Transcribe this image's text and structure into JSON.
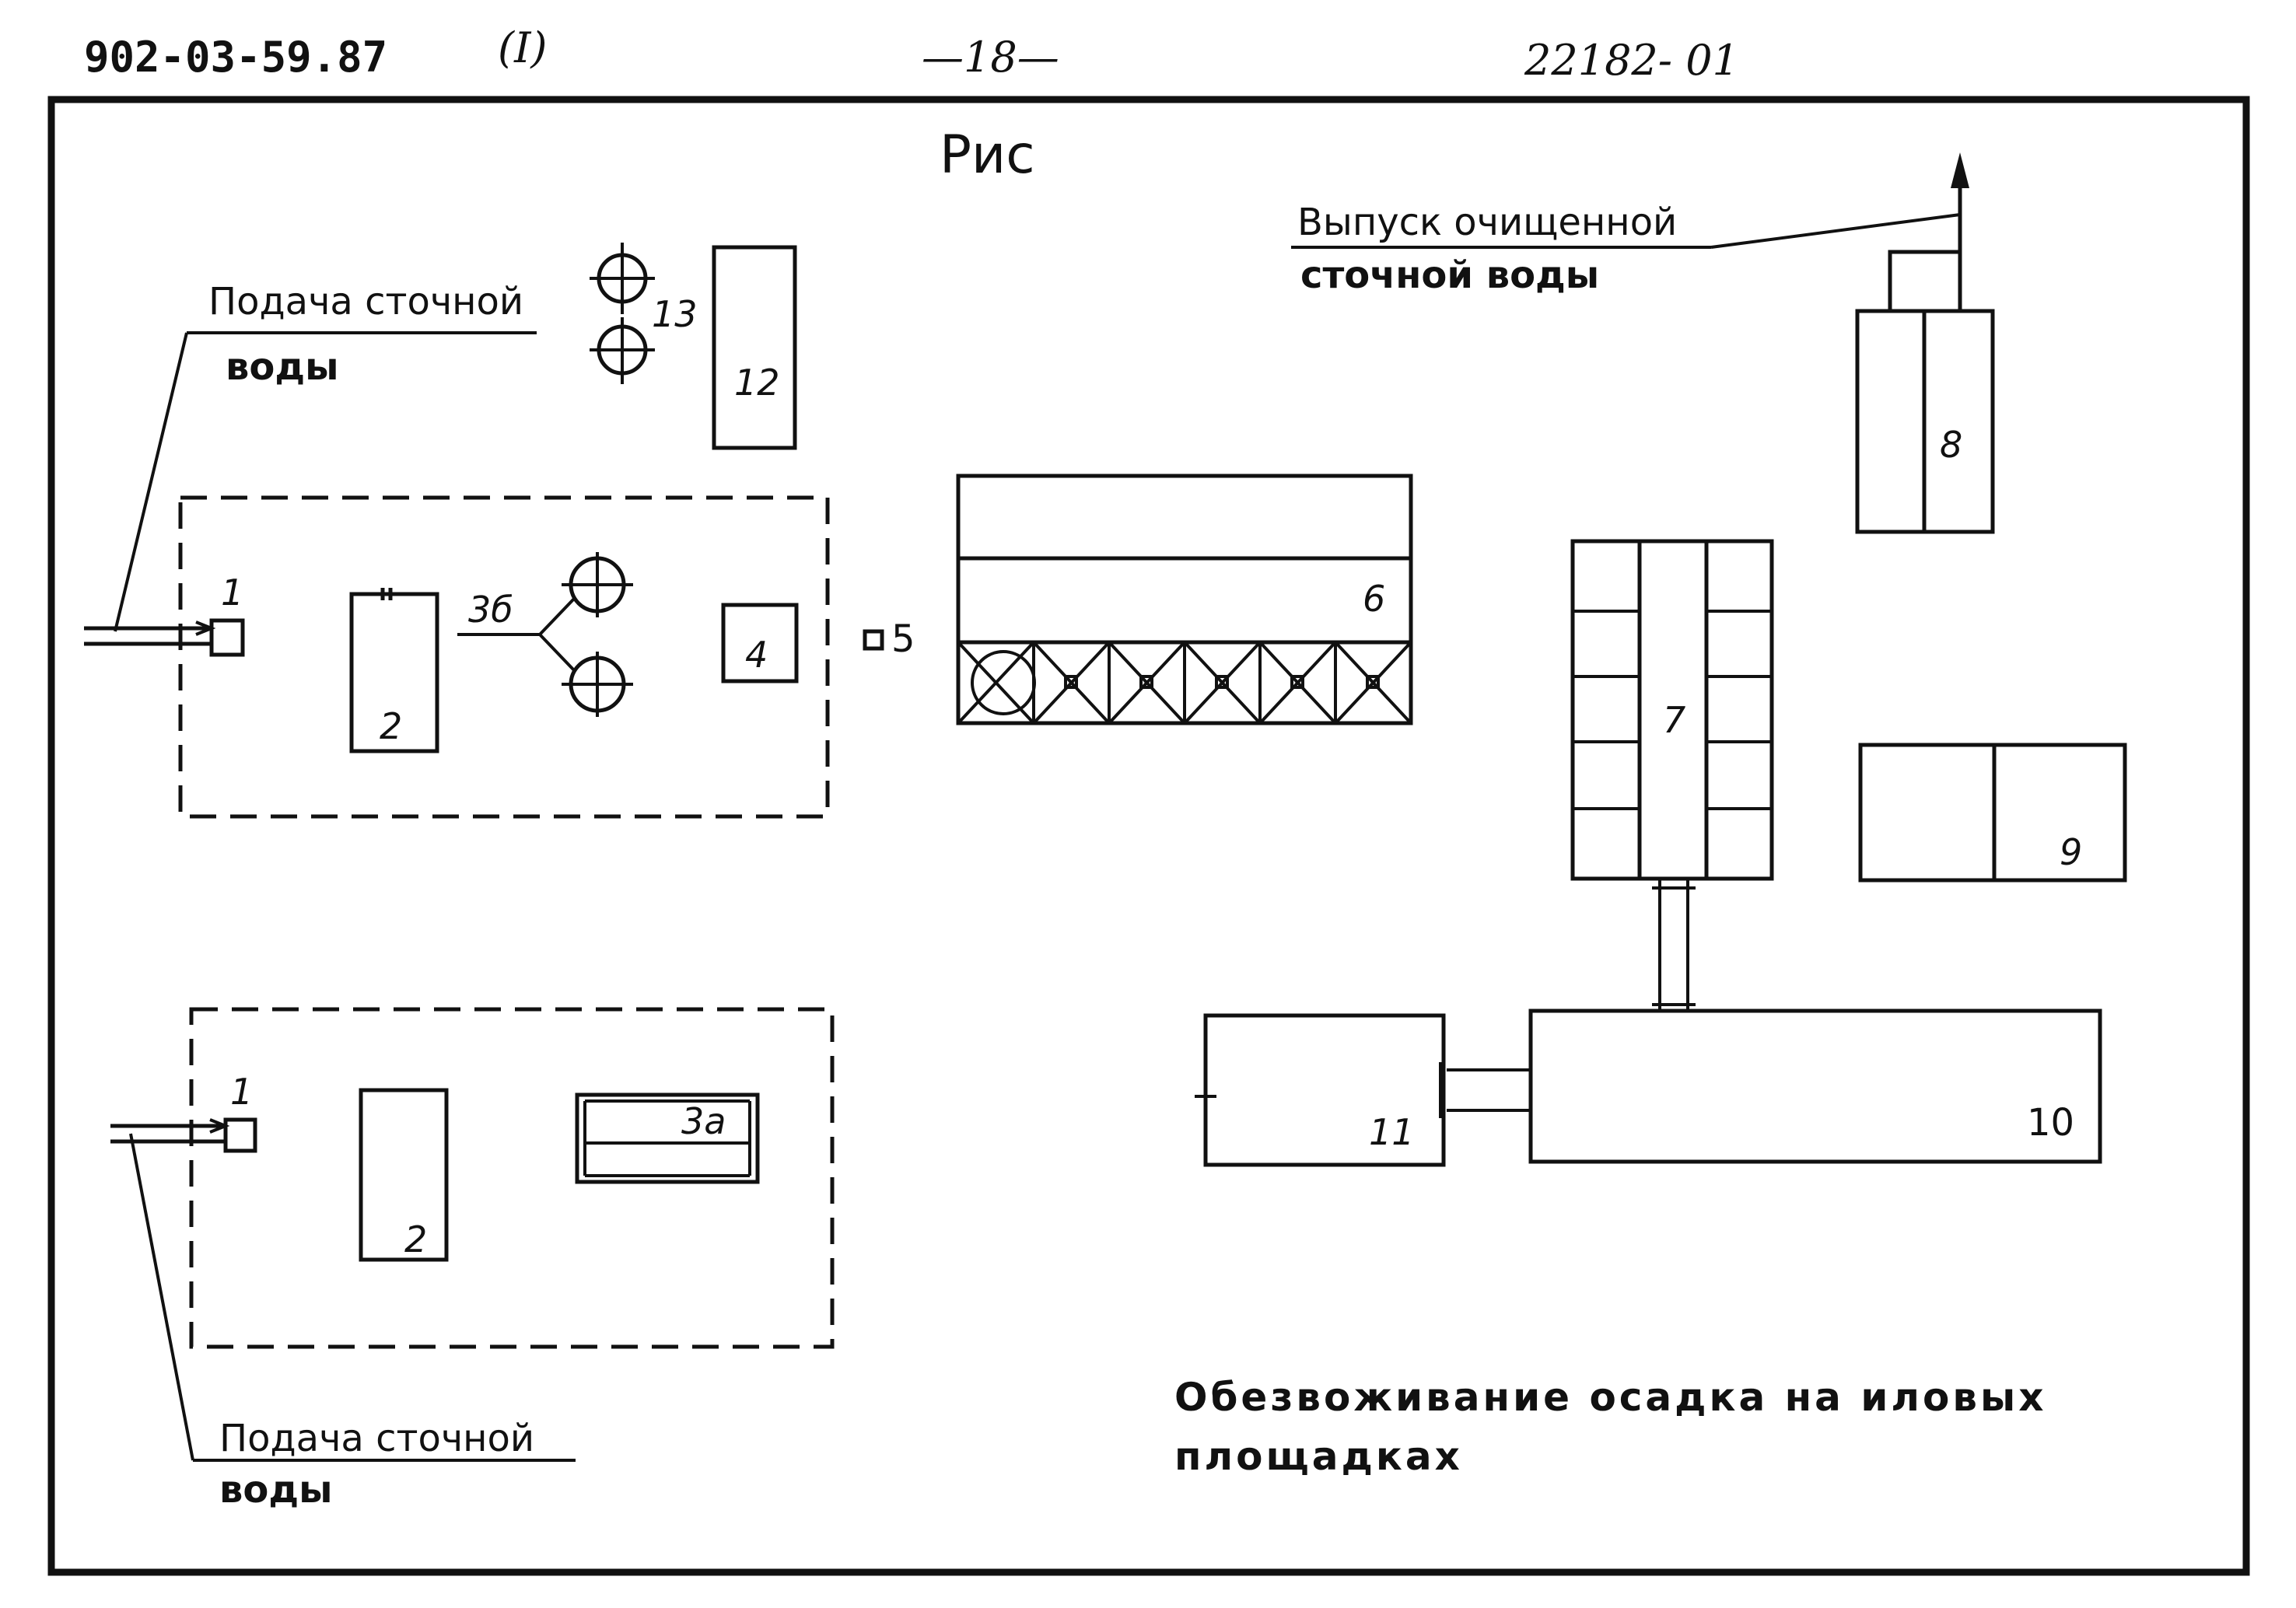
{
  "header": {
    "code": "902-03-59.87",
    "sheet_tag": "(I)",
    "page": "—18—",
    "doc_number": "22182- 01"
  },
  "figure": {
    "title": "Рис",
    "caption_line1": "Обезвоживание осадка на иловых",
    "caption_line2": "площадках"
  },
  "labels": {
    "inlet_top_line1": "Подача сточной",
    "inlet_top_line2": "воды",
    "inlet_bottom_line1": "Подача сточной",
    "inlet_bottom_line2": "воды",
    "outlet_line1": "Выпуск очищенной",
    "outlet_line2": "сточной воды"
  },
  "units": {
    "u1_top": "1",
    "u2_top": "2",
    "u3b": "3б",
    "u4": "4",
    "u5": "5",
    "u6": "6",
    "u7": "7",
    "u8": "8",
    "u9": "9",
    "u10": "10",
    "u11": "11",
    "u12": "12",
    "u13": "13",
    "u1_bottom": "1",
    "u2_bottom": "2",
    "u3a": "3а"
  }
}
